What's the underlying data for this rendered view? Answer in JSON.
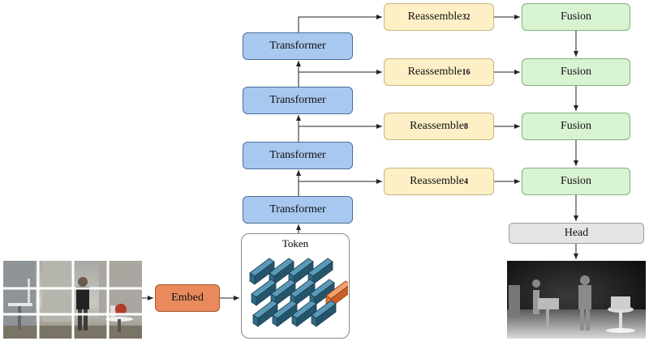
{
  "nodes": {
    "transformers": [
      "Transformer",
      "Transformer",
      "Transformer",
      "Transformer"
    ],
    "reassemble": [
      {
        "label": "Reassemble",
        "sub": "32"
      },
      {
        "label": "Reassemble",
        "sub": "16"
      },
      {
        "label": "Reassemble",
        "sub": "8"
      },
      {
        "label": "Reassemble",
        "sub": "4"
      }
    ],
    "fusion": [
      "Fusion",
      "Fusion",
      "Fusion",
      "Fusion"
    ],
    "head": "Head",
    "embed": "Embed",
    "token": "Token"
  },
  "colors": {
    "transformer": "#a8c8ef",
    "reassemble": "#fdf0c6",
    "fusion": "#d8f3d2",
    "head": "#e4e4e4",
    "embed": "#e98a5c",
    "token_block": "#2f6b86",
    "token_highlight": "#e0763a"
  }
}
